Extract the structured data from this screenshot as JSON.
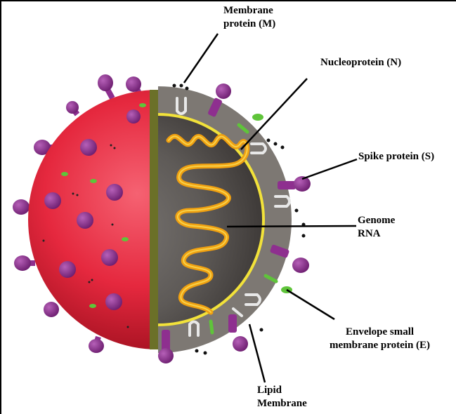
{
  "labels": {
    "membrane_protein": [
      "Membrane",
      "protein (M)"
    ],
    "nucleoprotein": "Nucleoprotein (N)",
    "spike_protein": "Spike protein (S)",
    "genome_rna": [
      "Genome",
      "RNA"
    ],
    "envelope_protein": [
      "Envelope  small",
      "membrane protein (E)"
    ],
    "lipid_membrane": [
      "Lipid",
      "Membrane"
    ]
  },
  "colors": {
    "outer_shell": "#e5283e",
    "cut_interior": "#5e5a57",
    "cut_rim": "#7d7873",
    "cut_edge_band": "#6b7028",
    "spike": "#8e2f8f",
    "envelope_protein": "#5fc43a",
    "membrane_protein": "#e8e8e8",
    "nucleocapsid_ring": "#f2e23a",
    "rna_strand": "#f0a010"
  }
}
